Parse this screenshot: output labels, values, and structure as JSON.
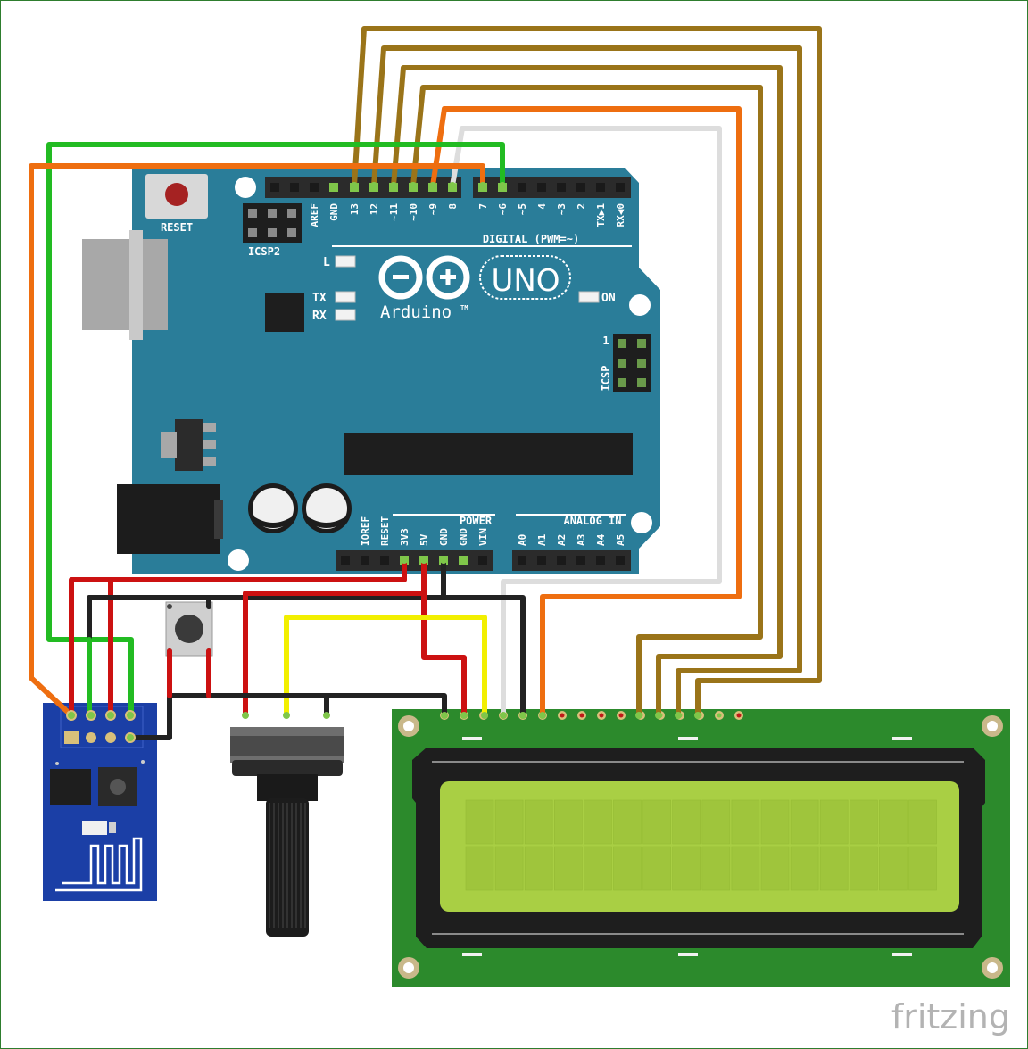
{
  "arduino": {
    "reset_label": "RESET",
    "icsp2_label": "ICSP2",
    "icsp_label": "ICSP",
    "icsp_pin1": "1",
    "logo_text": "Arduino",
    "tm": "TM",
    "uno_text": "UNO",
    "digital_label": "DIGITAL (PWM=~)",
    "power_label": "POWER",
    "analog_label": "ANALOG IN",
    "led_l": "L",
    "led_tx": "TX",
    "led_rx": "RX",
    "on_label": "ON",
    "top_pins": [
      "AREF",
      "GND",
      "13",
      "12",
      "~11",
      "~10",
      "~9",
      "8",
      "7",
      "~6",
      "~5",
      "4",
      "~3",
      "2",
      "TX▶1",
      "RX◀0"
    ],
    "power_pins": [
      "IOREF",
      "RESET",
      "3V3",
      "5V",
      "GND",
      "GND",
      "VIN"
    ],
    "analog_pins": [
      "A0",
      "A1",
      "A2",
      "A3",
      "A4",
      "A5"
    ]
  },
  "watermark": "fritzing",
  "colors": {
    "board": "#2a7d99",
    "wire_brown": "#9a7419",
    "wire_orange": "#ee6e10",
    "wire_green": "#22bb22",
    "wire_red": "#cc1111",
    "wire_black": "#222222",
    "wire_yellow": "#f2ef00",
    "wire_white": "#dddddd",
    "lcd_pcb": "#2c8a2c",
    "lcd_screen": "#a9cf44",
    "esp_board": "#1b3fa6"
  }
}
